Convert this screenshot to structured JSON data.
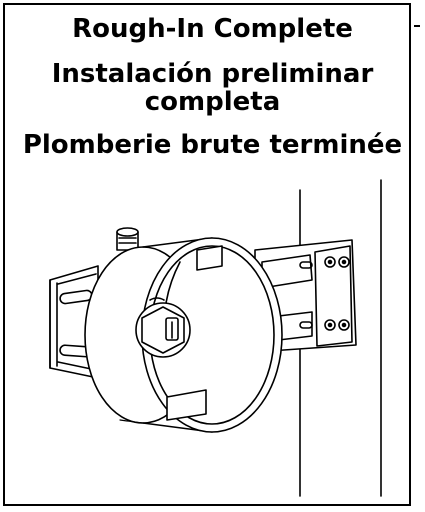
{
  "titles": {
    "english": "Rough-In Complete",
    "spanish": "Instalación preliminar completa",
    "french": "Plomberie brute terminée"
  }
}
